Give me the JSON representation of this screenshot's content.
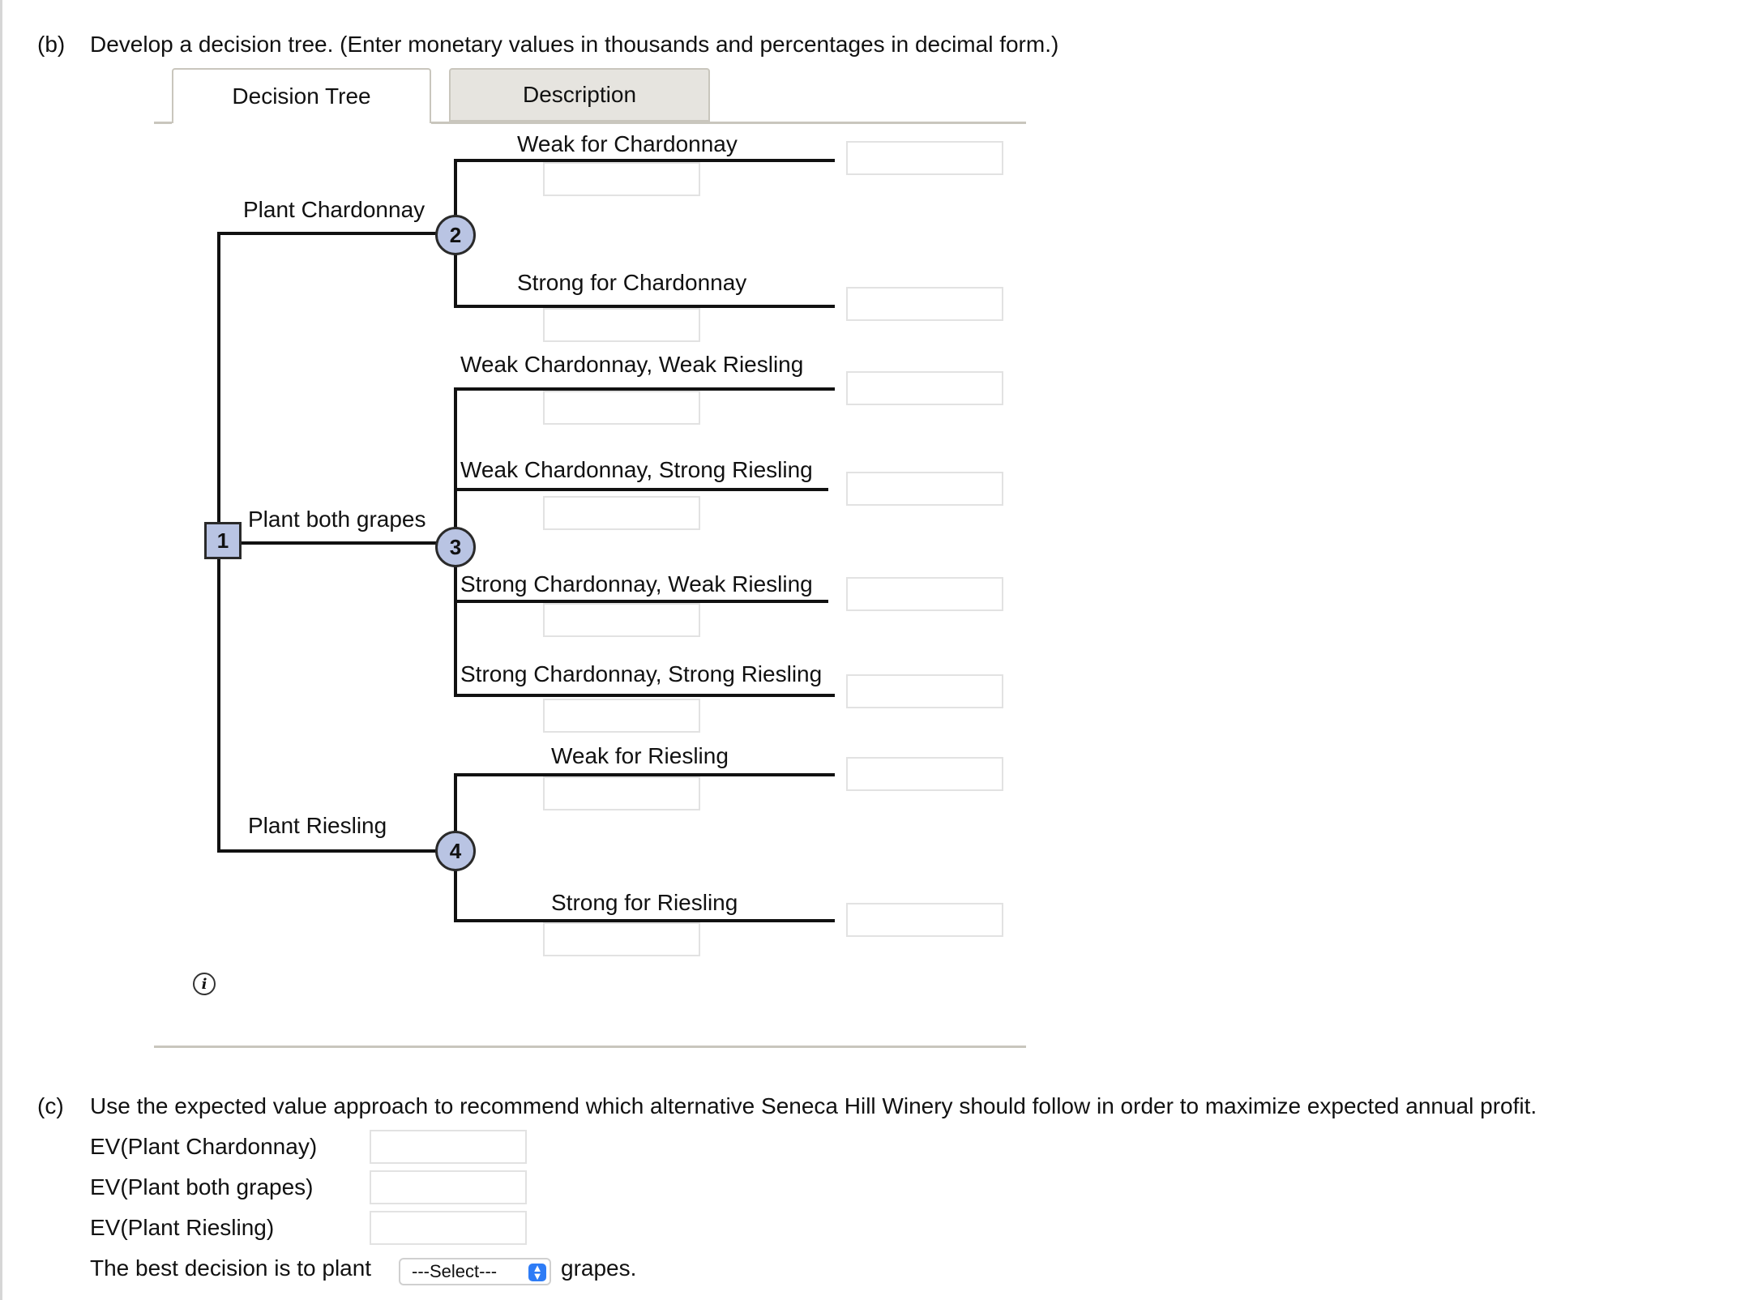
{
  "part_b": {
    "letter": "(b)",
    "prompt": "Develop a decision tree. (Enter monetary values in thousands and percentages in decimal form.)"
  },
  "tabs": [
    {
      "label": "Decision Tree",
      "active": true
    },
    {
      "label": "Description",
      "active": false
    }
  ],
  "tree": {
    "nodes": {
      "decision": "1",
      "chance_chardonnay": "2",
      "chance_both": "3",
      "chance_riesling": "4"
    },
    "branches": {
      "plant_chardonnay": "Plant Chardonnay",
      "plant_both": "Plant both grapes",
      "plant_riesling": "Plant Riesling"
    },
    "outcomes": {
      "weak_chardonnay": "Weak for Chardonnay",
      "strong_chardonnay": "Strong for Chardonnay",
      "weak_weak": "Weak Chardonnay, Weak Riesling",
      "weak_strong": "Weak Chardonnay, Strong Riesling",
      "strong_weak": "Strong Chardonnay, Weak Riesling",
      "strong_strong": "Strong Chardonnay, Strong Riesling",
      "weak_riesling": "Weak for Riesling",
      "strong_riesling": "Strong for Riesling"
    },
    "info_icon": "info-icon"
  },
  "part_c": {
    "letter": "(c)",
    "prompt": "Use the expected value approach to recommend which alternative Seneca Hill Winery should follow in order to maximize expected annual profit.",
    "ev_chardonnay_label": "EV(Plant Chardonnay)",
    "ev_both_label": "EV(Plant both grapes)",
    "ev_riesling_label": "EV(Plant Riesling)",
    "best_prefix": "The best decision is to plant",
    "select_value": "---Select---",
    "best_suffix": "grapes."
  },
  "colors": {
    "node_fill": "#b9c4e3",
    "tab_inactive": "#e6e4df",
    "select_accent": "#2e7cf6"
  }
}
